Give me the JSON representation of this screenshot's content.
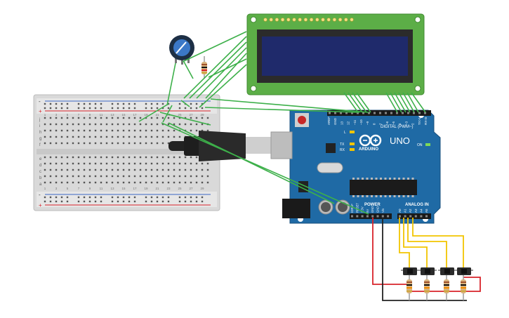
{
  "arduino": {
    "logo_text": "UNO",
    "brand_text": "ARDUINO",
    "digital_label": "DIGITAL (PWM~)",
    "power_label": "POWER",
    "analog_label": "ANALOG IN",
    "on_label": "ON",
    "l_label": "L",
    "tx_label": "TX",
    "rx_label": "RX",
    "digital_pins": [
      "AREF",
      "GND",
      "13",
      "12",
      "~11",
      "~10",
      "~9",
      "8",
      "7",
      "~6",
      "~5",
      "4",
      "~3",
      "2",
      "TX>1",
      "RX<0"
    ],
    "power_pins": [
      "IOREF",
      "RESET",
      "3.3V",
      "5V",
      "GND",
      "GND",
      "Vin"
    ],
    "analog_pins": [
      "A0",
      "A1",
      "A2",
      "A3",
      "A4",
      "A5"
    ]
  },
  "breadboard": {
    "row_letters_top": [
      "j",
      "i",
      "h",
      "g",
      "f"
    ],
    "row_letters_bottom": [
      "e",
      "d",
      "c",
      "b",
      "a"
    ],
    "column_numbers": [
      "1",
      "3",
      "5",
      "7",
      "9",
      "11",
      "13",
      "15",
      "17",
      "19",
      "21",
      "23",
      "25",
      "27",
      "29"
    ],
    "rail_minus": "-",
    "rail_plus": "+"
  },
  "colors": {
    "board": "#1f6aa5",
    "lcd_pcb": "#5cae47",
    "lcd_screen": "#1f2a6b",
    "wire_green": "#3db04a",
    "wire_yellow": "#f2c500",
    "wire_red": "#d8232a",
    "wire_black": "#222222"
  }
}
